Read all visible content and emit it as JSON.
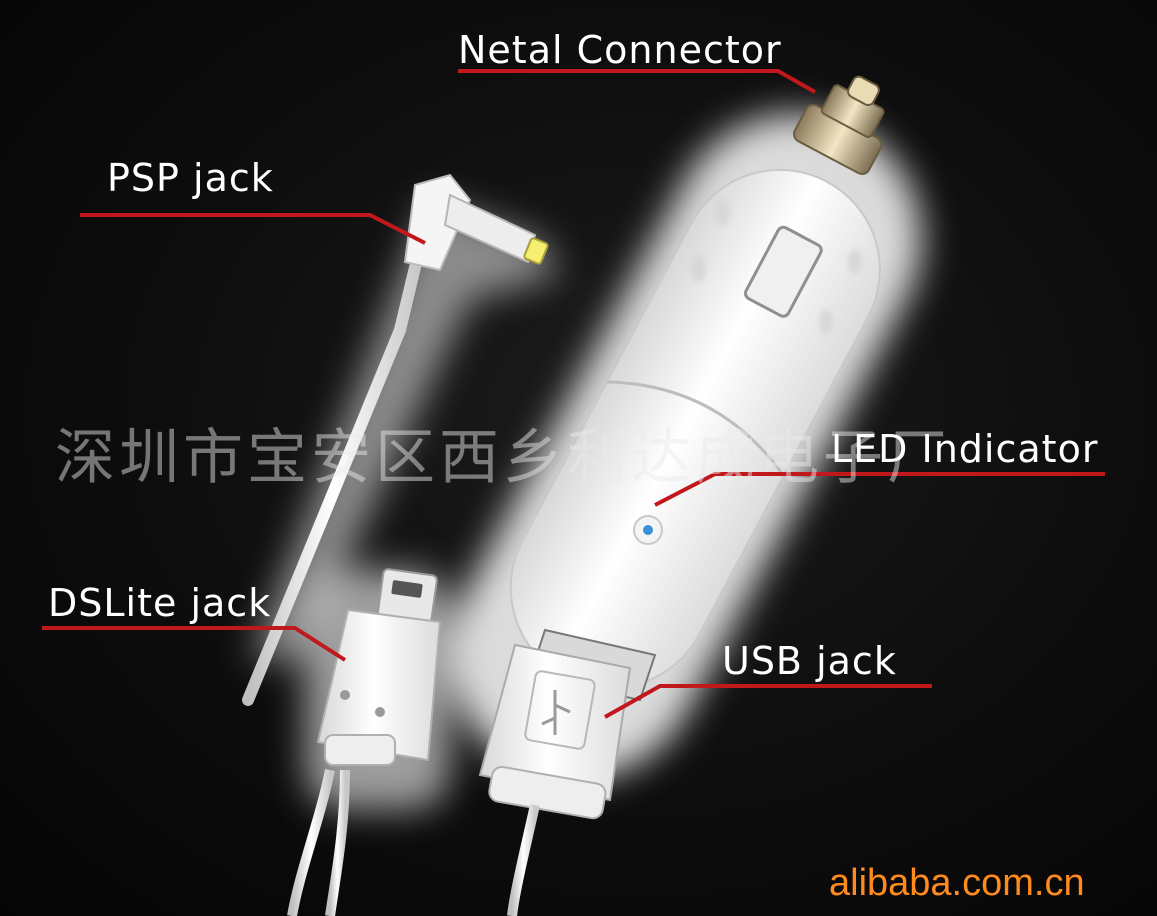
{
  "labels": {
    "netal_connector": "Netal Connector",
    "psp_jack": "PSP jack",
    "led_indicator": "LED Indicator",
    "dslite_jack": "DSLite jack",
    "usb_jack": "USB jack"
  },
  "watermark": "深圳市宝安区西乡利达成电子厂",
  "brand_mark": "alibaba.com.cn",
  "colors": {
    "background": "#0b0b0b",
    "product_white": "#f3f3f3",
    "glow": "#ffffff",
    "callout_line": "#c0181d",
    "label_text": "#ffffff",
    "brand_orange": "#ff8a1e",
    "led_blue": "#3a8fd8"
  }
}
